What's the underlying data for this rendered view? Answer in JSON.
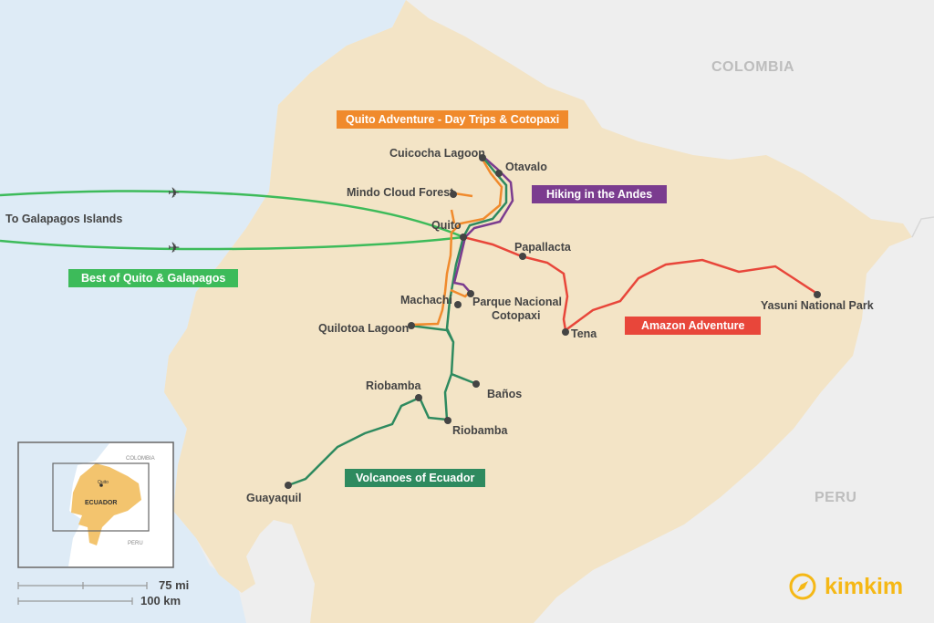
{
  "countries": {
    "colombia": "COLOMBIA",
    "peru": "PERU"
  },
  "routes": [
    {
      "label": "Quito Adventure - Day Trips & Cotopaxi",
      "color": "#f08a2c"
    },
    {
      "label": "Hiking in the Andes",
      "color": "#7b3c8f"
    },
    {
      "label": "Best of Quito & Galapagos",
      "color": "#3dbb5a"
    },
    {
      "label": "Amazon Adventure",
      "color": "#e8463a"
    },
    {
      "label": "Volcanoes of Ecuador",
      "color": "#2e8a5f"
    }
  ],
  "places": {
    "cuicocha": "Cuicocha Lagoon",
    "otavalo": "Otavalo",
    "mindo": "Mindo Cloud Forest",
    "quito": "Quito",
    "papallacta": "Papallacta",
    "machachi": "Machachi",
    "cotopaxi_1": "Parque Nacional",
    "cotopaxi_2": "Cotopaxi",
    "quilotoa": "Quilotoa Lagoon",
    "tena": "Tena",
    "yasuni": "Yasuni National Park",
    "banos": "Baños",
    "riobamba_1": "Riobamba",
    "riobamba_2": "Riobamba",
    "guayaquil": "Guayaquil",
    "galapagos": "To Galapagos Islands"
  },
  "inset": {
    "colombia": "COLOMBIA",
    "peru": "PERU",
    "ecuador": "ECUADOR",
    "quito": "Quito"
  },
  "scale": {
    "mi": "75 mi",
    "km": "100 km"
  },
  "logo": {
    "text": "kimkim",
    "color": "#f5b816"
  }
}
